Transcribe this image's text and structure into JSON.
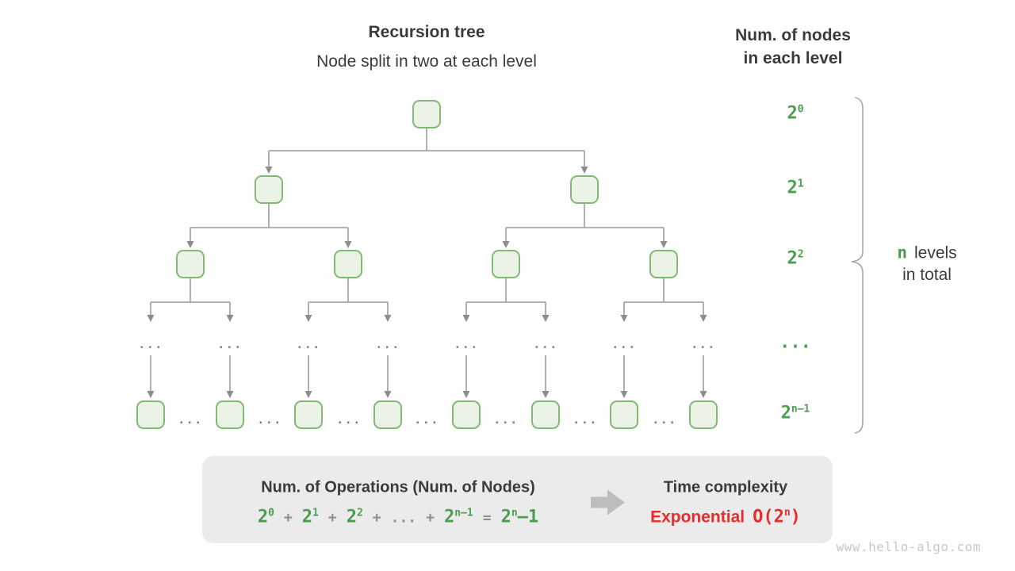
{
  "header": {
    "title": "Recursion tree",
    "subtitle": "Node split in two at each level"
  },
  "right_panel": {
    "heading_line1": "Num. of nodes",
    "heading_line2": "in each level",
    "level_labels": [
      {
        "base": "2",
        "sup": "0"
      },
      {
        "base": "2",
        "sup": "1"
      },
      {
        "base": "2",
        "sup": "2"
      },
      {
        "base": "...",
        "sup": ""
      },
      {
        "base": "2",
        "sup": "n–1"
      }
    ],
    "brace_note": {
      "highlight": "n",
      "line1_rest": "levels",
      "line2": "in total"
    }
  },
  "tree": {
    "ellipsis": "..."
  },
  "summary_box": {
    "operations_title": "Num. of Operations (Num. of Nodes)",
    "formula_tokens": [
      {
        "text": "2",
        "sup": "0",
        "color": "green"
      },
      {
        "text": "+",
        "color": "gray"
      },
      {
        "text": "2",
        "sup": "1",
        "color": "green"
      },
      {
        "text": "+",
        "color": "gray"
      },
      {
        "text": "2",
        "sup": "2",
        "color": "green"
      },
      {
        "text": "+",
        "color": "gray"
      },
      {
        "text": "...",
        "color": "gray"
      },
      {
        "text": "+",
        "color": "gray"
      },
      {
        "text": "2",
        "sup": "n–1",
        "color": "green"
      },
      {
        "text": "=",
        "color": "gray"
      },
      {
        "text": "2",
        "sup": "n",
        "suffix": "–1",
        "color": "green"
      }
    ],
    "result_title": "Time complexity",
    "result_label": "Exponential",
    "result_notation": {
      "base": "O(2",
      "sup": "n",
      "close": ")"
    }
  },
  "watermark": "www.hello-algo.com",
  "colors": {
    "green": "#4d9d50",
    "red": "#e62c2c",
    "dark": "#3b3b3b",
    "connector": "#a8a8a8",
    "arrowhead": "#8d8d8d",
    "dots": "#878787",
    "node_fill": "#eaf3e5",
    "node_border": "#82b975",
    "box_bg": "#ebebeb",
    "watermark": "#c8c8c8"
  }
}
